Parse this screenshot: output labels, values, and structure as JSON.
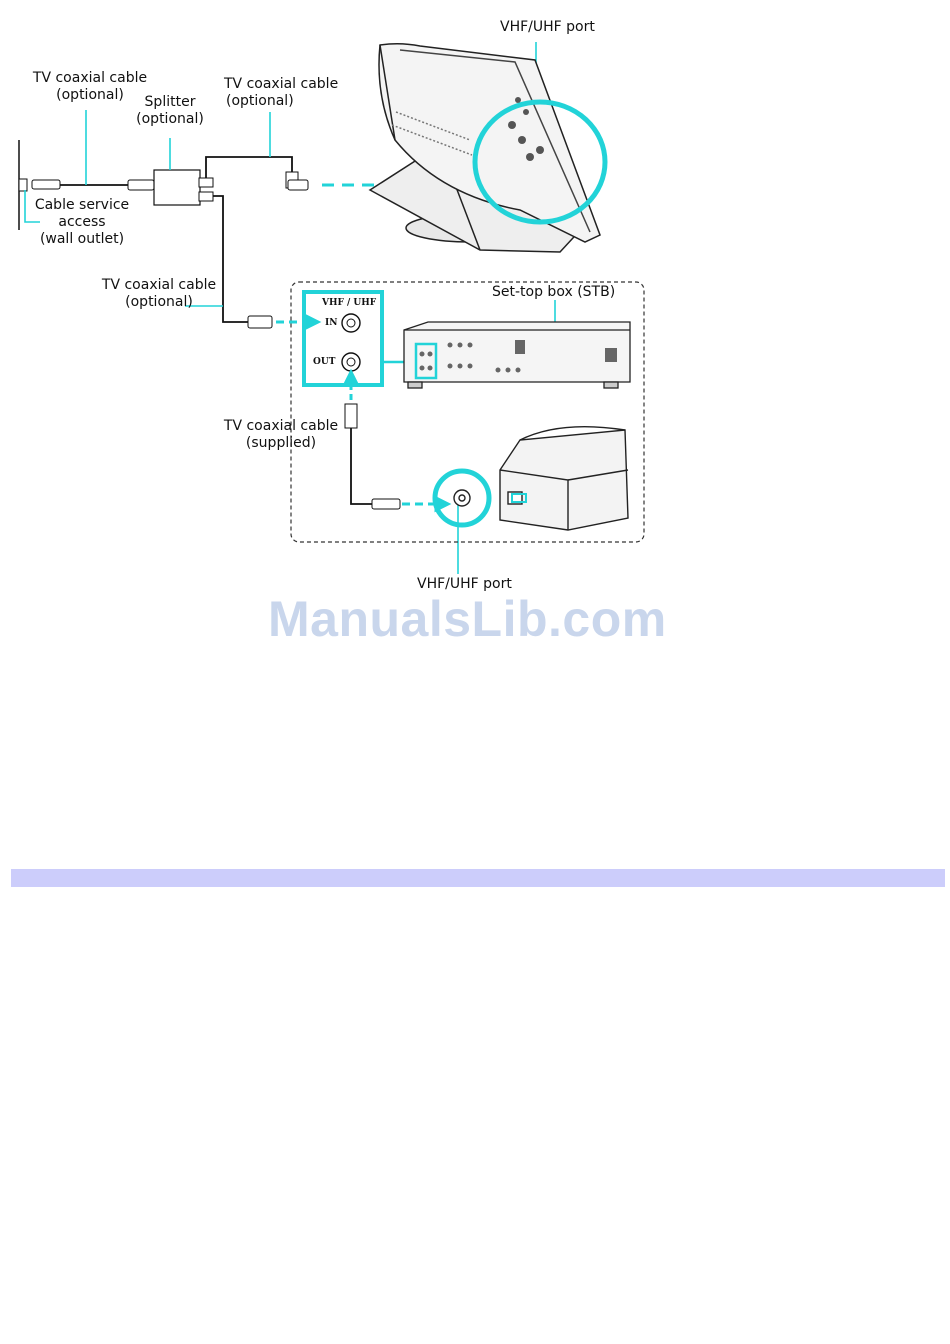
{
  "labels": {
    "vhf_uhf_port_top": "VHF/UHF port",
    "tv_coax_1_line1": "TV coaxial cable",
    "tv_coax_1_line2": "(optional)",
    "splitter_line1": "Splitter",
    "splitter_line2": "(optional)",
    "tv_coax_2_line1": "TV coaxial cable",
    "tv_coax_2_line2": "(optional)",
    "cable_service_line1": "Cable service",
    "cable_service_line2": "access",
    "cable_service_line3": "(wall outlet)",
    "tv_coax_3_line1": "TV coaxial cable",
    "tv_coax_3_line2": "(optional)",
    "stb": "Set-top box (STB)",
    "vhf_uhf_small": "VHF / UHF",
    "in": "IN",
    "out": "OUT",
    "tv_coax_supplied_line1": "TV coaxial cable",
    "tv_coax_supplied_line2": "(supplied)",
    "vhf_uhf_port_bottom": "VHF/UHF port"
  },
  "watermark": "ManualsLib.com",
  "colors": {
    "accent": "#22d3d8",
    "bar": "#cccdfb",
    "ink": "#111111"
  }
}
